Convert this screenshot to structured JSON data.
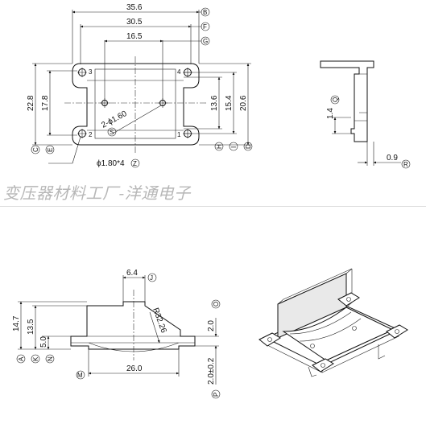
{
  "watermark": "变压器材料工厂-洋通电子",
  "top_view": {
    "dims": {
      "overall_width": "35.6",
      "inner_width": "30.5",
      "hole_spacing": "16.5",
      "outer_height": "22.8",
      "inner_height": "17.8",
      "right_a": "13.6",
      "right_b": "15.4",
      "right_c": "20.6",
      "hole_note": "2-ϕ1.60",
      "pin_note": "ϕ1.80*4"
    },
    "pins": [
      "1",
      "2",
      "3",
      "4"
    ],
    "refs_top": [
      "B",
      "F",
      "G"
    ],
    "refs_left": [
      "C",
      "E"
    ],
    "refs_right": [
      "H",
      "I",
      "D"
    ],
    "ref_hole": "S",
    "ref_pin": "Z"
  },
  "side_view": {
    "dim_gap": "1.4",
    "ref_gap": "Q",
    "dim_thickness": "0.9",
    "ref_thickness": "R"
  },
  "front_view": {
    "dims": {
      "top_width": "6.4",
      "radius": "R32.26",
      "overall_height": "14.7",
      "body_height": "13.5",
      "base_height": "5.0",
      "right_upper": "2.0",
      "right_lower": "2.0±0.2",
      "bottom_width": "26.0"
    },
    "refs": {
      "top": "J",
      "right_upper": "O",
      "right_lower": "P",
      "bottom": "M",
      "left": [
        "A",
        "K",
        "N"
      ]
    }
  }
}
